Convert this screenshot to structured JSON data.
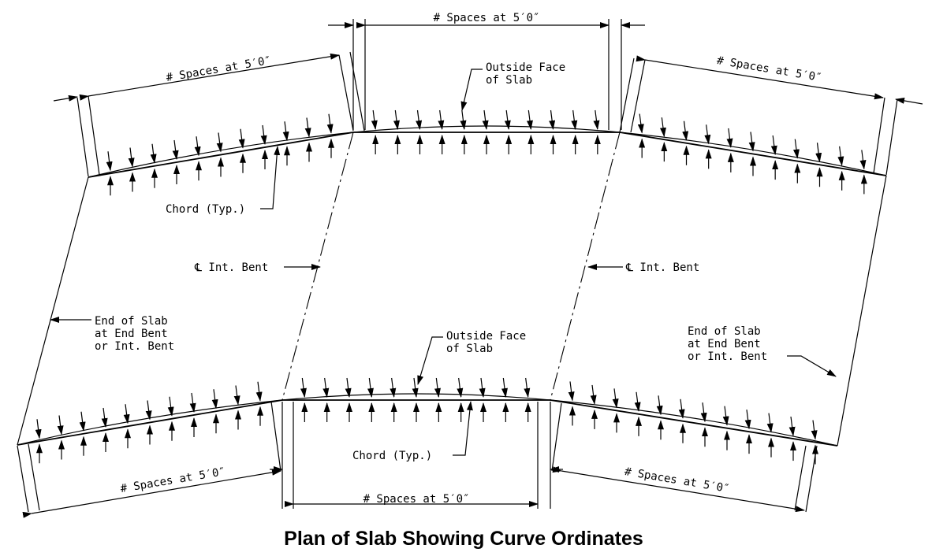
{
  "diagram": {
    "title": "Plan of Slab Showing Curve Ordinates",
    "labels": {
      "spaces": "# Spaces at 5′0″",
      "outside_face_line1": "Outside Face",
      "outside_face_line2": "of Slab",
      "chord": "Chord (Typ.)",
      "int_bent": "℄ Int. Bent",
      "end_slab_line1": "End of Slab",
      "end_slab_line2": "at End Bent",
      "end_slab_line3": "or Int. Bent"
    }
  }
}
